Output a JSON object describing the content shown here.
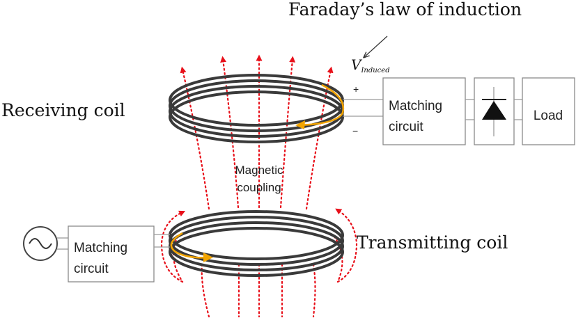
{
  "labels": {
    "faraday": "Faraday’s  law  of induction",
    "v_main": "V",
    "v_sub": "Induced",
    "plus": "+",
    "minus": "−",
    "receiving_coil": "Receiving  coil",
    "transmitting_coil": "Transmitting  coil",
    "magnetic": "Magnetic",
    "coupling": "coupling",
    "rx_matching_line1": "Matching",
    "rx_matching_line2": "circuit",
    "tx_matching_line1": "Matching",
    "tx_matching_line2": "circuit",
    "load": "Load"
  },
  "icons": {
    "source": "ac-source-icon",
    "diode": "diode-icon"
  },
  "colors": {
    "field_lines": "#e8101a",
    "current_arrow": "#f2a400",
    "coil": "#3a3a3a",
    "box_border": "#8a8a8a"
  }
}
